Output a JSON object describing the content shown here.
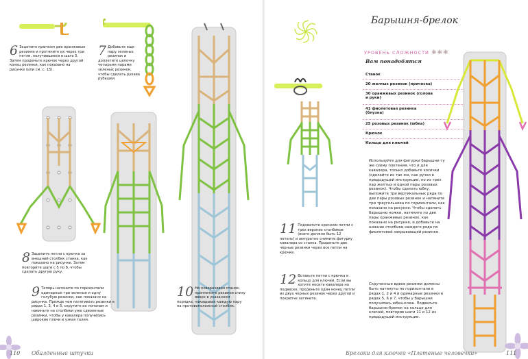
{
  "left_page": {
    "steps": [
      {
        "num": "6",
        "text": "Зацепите крючком две оранжевые резинки и протяните их через три петли, получившиеся в шаге 5. Затем проденьте крючок через другой конец резинки, как показано на рисунке (или см. с. 15)."
      },
      {
        "num": "7",
        "text": "Добавьте еще пару зеленых резинок и доплетите цепочку четырьмя парами зеленых резинок, чтобы сделать рукава рубашки."
      },
      {
        "num": "8",
        "text": "Зацепите петли с крючка за внешний столбик станка, как показано на рисунке. Затем повторите шаги с 5 по 8, чтобы сделать другую руку."
      },
      {
        "num": "9",
        "text": "Теперь натяните по горизонтали одинарные три зеленые и одну голубую резинки, как показано на рисунке. Прежде чем натягивать резинки в рядах 1, 3, 4 и 5, скрутите их пополам и накиньте на столбики уже сдвоенные резинки, чтобы у кавалера получились широкие плечи и узкая талия."
      },
      {
        "num": "10",
        "text": "Не поворачивая станок, проплетите резинки снизу вверх в указанном порядке, накидывая каждую пару на противоположный столбик."
      }
    ],
    "footer": "Обалденные штучки",
    "page_number": "110"
  },
  "right_page": {
    "title": "Барышня-брелок",
    "level_label": "УРОВЕНЬ СЛОЖНОСТИ",
    "level_stars": "✱✱✱",
    "needs_title": "Вам понадобятся",
    "materials": [
      "Станок",
      "20 желтых резинок (прическа)",
      "30 оранжевых резинок (голова и руки)",
      "41 фиолетовая резинка (блузка)",
      "25 розовых резинок (юбка)",
      "Крючок",
      "Кольцо для ключей"
    ],
    "steps": [
      {
        "num": "11",
        "text": "Подхватите крючком петли с трех верхних столбиков (всего должно быть 12 петель) и аккуратно снимите фигурку кавалера со станка. Проденьте две черные резинки через все петли на крючке."
      },
      {
        "num": "12",
        "text": "Вставьте петли с крючка в кольцо для ключей. Если вы хотите носить кавалера на подвеске, проденьте один конец петли из двух черных резинок через другой и покрепче затяните."
      }
    ],
    "paragraph_1": "Используйте для фигурки барышни ту же схему плетения, что и для кавалера, только добавьте косички (сделайте их так же, как ручки в предыдущей инструкции, но из трех пар желтых и одной пары розовых резинок). Чтобы сделать юбку, выложите три вертикальных ряда по две пары розовых резинок и натяните три треугольника по горизонтали, как показано на рисунке. Чтобы сделать барышню ножки, натяните по две пары оранжевых резинок, как показано на рисунке, и добавьте на нижние столбики каждого ряда по фиолетовой закрывающей резинке.",
    "paragraph_2": "Скрученные вдвое резинки должны быть натянуты по горизонтали в рядах 1, 2 и 4 и одинарные резинки в рядах 5, 6 и 7, чтобы у барышни получилась юбка-клеш. Подвесьте барышню-брелок на кольце для ключей, повторив шаги 11 и 12 из предыдущей инструкции.",
    "footer": "Брелоки для ключей «Плетеные человечки»",
    "page_number": "111"
  },
  "colors": {
    "green": "#7fc241",
    "orange": "#f0a030",
    "tan": "#d9b37a",
    "blue": "#9ec5d8",
    "purple": "#8a3aa8",
    "pink": "#e070b0",
    "yellow": "#d8e838",
    "loom": "#e4e4e4",
    "hook": "#d6f05a"
  }
}
